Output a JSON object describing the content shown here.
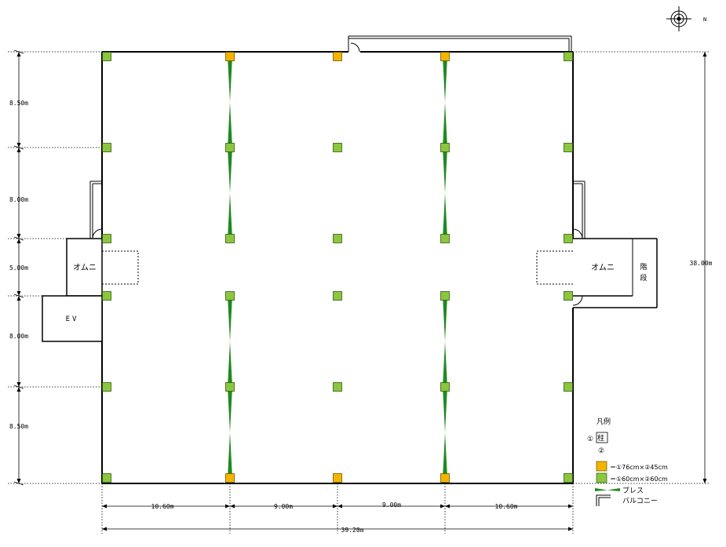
{
  "compass": {
    "label": "N"
  },
  "dimensions": {
    "vertical": [
      "8.50m",
      "8.00m",
      "5.00m",
      "8.00m",
      "8.50m"
    ],
    "vertical_total": "38.00m",
    "horizontal": [
      "10.60m",
      "9.00m",
      "9.00m",
      "10.60m"
    ],
    "horizontal_total": "39.20m"
  },
  "rooms": {
    "left_omuni": "オムニ",
    "left_ev": "EV",
    "right_omuni": "オムニ",
    "stairs_line1": "階",
    "stairs_line2": "段"
  },
  "legend": {
    "title": "凡例",
    "column_label_1": "①",
    "column_char": "柱",
    "column_label_2": "②",
    "orange_text": "＝①76cm×②45cm",
    "green_text": "＝①60cm×②60cm",
    "brace_text": "ブレス",
    "balcony_text": "バルコニー",
    "orange_color": "#f5b400",
    "green_color": "#8cc63f",
    "brace_color": "#1f8a1f"
  }
}
